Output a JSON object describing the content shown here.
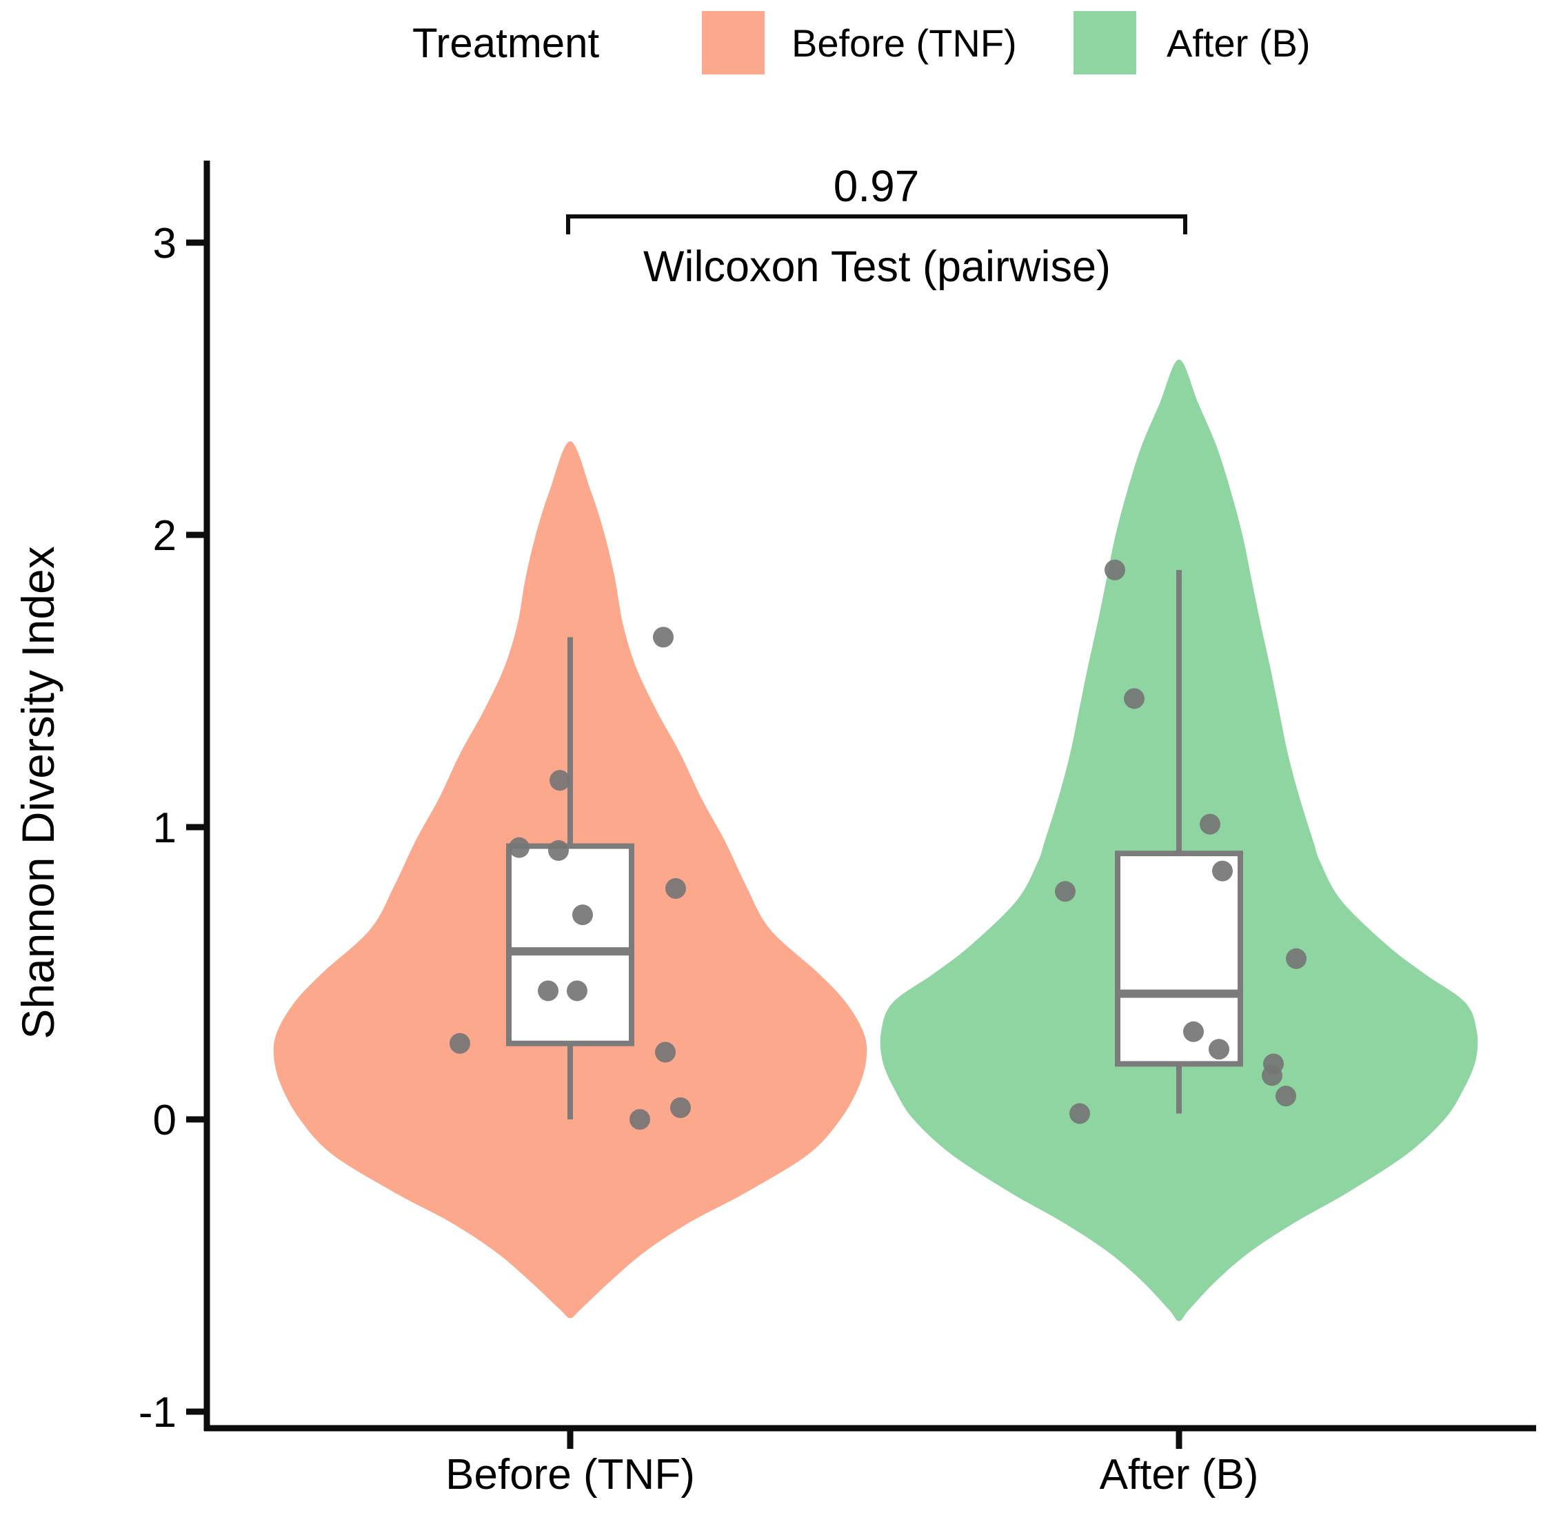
{
  "legend": {
    "title": "Treatment",
    "items": [
      {
        "label": "Before (TNF)",
        "color": "#FBA88C"
      },
      {
        "label": "After (B)",
        "color": "#8FD5A1"
      }
    ]
  },
  "annotation": {
    "p_value": "0.97",
    "test_label": "Wilcoxon Test (pairwise)"
  },
  "axes": {
    "y_title": "Shannon Diversity Index",
    "y_ticks": [
      3,
      2,
      1,
      0,
      -1
    ],
    "x_labels": [
      "Before (TNF)",
      "After (B)"
    ]
  },
  "chart_data": {
    "type": "violin+box+jitter",
    "title": "",
    "ylabel": "Shannon Diversity Index",
    "ylim": [
      -1,
      3.35
    ],
    "legend_position": "top",
    "grid": false,
    "stat_test": {
      "label": "Wilcoxon Test (pairwise)",
      "p_value": 0.97,
      "compares": [
        "Before (TNF)",
        "After (B)"
      ]
    },
    "groups": [
      {
        "name": "Before (TNF)",
        "color": "#FBA88C",
        "box": {
          "q1": 0.26,
          "median": 0.575,
          "q3": 0.935,
          "whisker_low": 0.0,
          "whisker_high": 1.65
        },
        "points": [
          {
            "value": 1.65,
            "dx": 135
          },
          {
            "value": 1.16,
            "dx": -15
          },
          {
            "value": 0.93,
            "dx": -74
          },
          {
            "value": 0.92,
            "dx": -17
          },
          {
            "value": 0.79,
            "dx": 153
          },
          {
            "value": 0.7,
            "dx": 18
          },
          {
            "value": 0.44,
            "dx": -32
          },
          {
            "value": 0.44,
            "dx": 10
          },
          {
            "value": 0.26,
            "dx": -160
          },
          {
            "value": 0.23,
            "dx": 138
          },
          {
            "value": 0.04,
            "dx": 160
          },
          {
            "value": 0.0,
            "dx": 101
          }
        ],
        "density_profile": [
          [
            2.32,
            0
          ],
          [
            2.15,
            30
          ],
          [
            2.0,
            50
          ],
          [
            1.85,
            65
          ],
          [
            1.7,
            76
          ],
          [
            1.55,
            95
          ],
          [
            1.4,
            125
          ],
          [
            1.25,
            160
          ],
          [
            1.1,
            190
          ],
          [
            0.95,
            225
          ],
          [
            0.8,
            255
          ],
          [
            0.65,
            290
          ],
          [
            0.5,
            360
          ],
          [
            0.4,
            400
          ],
          [
            0.3,
            425
          ],
          [
            0.22,
            430
          ],
          [
            0.12,
            420
          ],
          [
            0.0,
            392
          ],
          [
            -0.12,
            345
          ],
          [
            -0.25,
            255
          ],
          [
            -0.35,
            175
          ],
          [
            -0.45,
            110
          ],
          [
            -0.55,
            60
          ],
          [
            -0.65,
            15
          ],
          [
            -0.68,
            0
          ]
        ]
      },
      {
        "name": "After (B)",
        "color": "#8FD5A1",
        "box": {
          "q1": 0.19,
          "median": 0.43,
          "q3": 0.91,
          "whisker_low": 0.02,
          "whisker_high": 1.88
        },
        "points": [
          {
            "value": 1.88,
            "dx": -93
          },
          {
            "value": 1.44,
            "dx": -65
          },
          {
            "value": 1.01,
            "dx": 45
          },
          {
            "value": 0.85,
            "dx": 63
          },
          {
            "value": 0.78,
            "dx": -165
          },
          {
            "value": 0.55,
            "dx": 170
          },
          {
            "value": 0.3,
            "dx": 21
          },
          {
            "value": 0.24,
            "dx": 58
          },
          {
            "value": 0.19,
            "dx": 137
          },
          {
            "value": 0.15,
            "dx": 135
          },
          {
            "value": 0.08,
            "dx": 155
          },
          {
            "value": 0.02,
            "dx": -144
          }
        ],
        "density_profile": [
          [
            2.6,
            0
          ],
          [
            2.45,
            28
          ],
          [
            2.3,
            55
          ],
          [
            2.15,
            75
          ],
          [
            2.0,
            92
          ],
          [
            1.85,
            105
          ],
          [
            1.7,
            118
          ],
          [
            1.55,
            132
          ],
          [
            1.4,
            145
          ],
          [
            1.25,
            158
          ],
          [
            1.1,
            175
          ],
          [
            0.95,
            195
          ],
          [
            0.88,
            205
          ],
          [
            0.75,
            235
          ],
          [
            0.6,
            300
          ],
          [
            0.5,
            355
          ],
          [
            0.4,
            415
          ],
          [
            0.3,
            432
          ],
          [
            0.2,
            430
          ],
          [
            0.1,
            412
          ],
          [
            0.0,
            385
          ],
          [
            -0.12,
            330
          ],
          [
            -0.25,
            245
          ],
          [
            -0.35,
            170
          ],
          [
            -0.45,
            105
          ],
          [
            -0.55,
            55
          ],
          [
            -0.65,
            15
          ],
          [
            -0.69,
            0
          ]
        ]
      }
    ]
  },
  "colors": {
    "box_stroke": "#7b7b7b",
    "point_fill": "#757575",
    "axis": "#0d0d0d"
  }
}
